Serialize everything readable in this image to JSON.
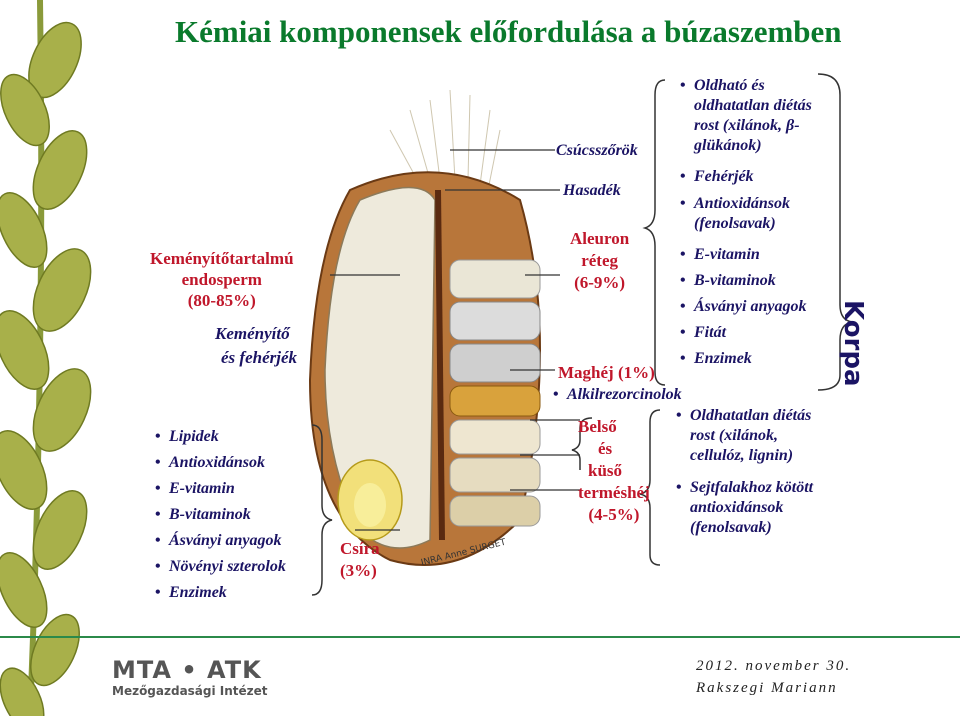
{
  "title": "Kémiai komponensek előfordulása a búzaszemben",
  "labels": {
    "csucsszorok": "Csúcsszőrök",
    "hasadek": "Hasadék",
    "aleuron": [
      "Aleuron",
      "réteg",
      "(6-9%)"
    ],
    "endosperm": [
      "Keményítőtartalmú",
      "endosperm",
      "(80-85%)"
    ],
    "endosperm_sub": [
      "Keményítő",
      "és fehérjék"
    ],
    "maghej": "Maghéj (1%)",
    "termeshej": [
      "Belső",
      "és",
      "küső",
      "terméshéj",
      "(4-5%)"
    ],
    "csira": [
      "Csíra",
      "(3%)"
    ],
    "korpa": "Korpa",
    "credit": "INRA  Anne SURGET"
  },
  "bran_list": [
    "Oldható és oldhatatlan diétás rost (xilánok, β-glükánok)",
    "Fehérjék",
    "Antioxidánsok (fenolsavak)",
    "E-vitamin",
    "B-vitaminok",
    "Ásványi anyagok",
    "Fitát",
    "Enzimek"
  ],
  "maghej_item": "Alkilrezorcinolok",
  "termeshej_list": [
    "Oldhatatlan diétás rost (xilánok, cellulóz, lignin)",
    "Sejtfalakhoz kötött antioxidánsok (fenolsavak)"
  ],
  "germ_list": [
    "Lipidek",
    "Antioxidánsok",
    "E-vitamin",
    "B-vitaminok",
    "Ásványi anyagok",
    "Növényi szterolok",
    "Enzimek"
  ],
  "footer": {
    "logo_main": "MTA • ATK",
    "logo_sub": "Mezőgazdasági Intézet",
    "date": "2012. november 30.",
    "author": "Rakszegi Mariann"
  }
}
